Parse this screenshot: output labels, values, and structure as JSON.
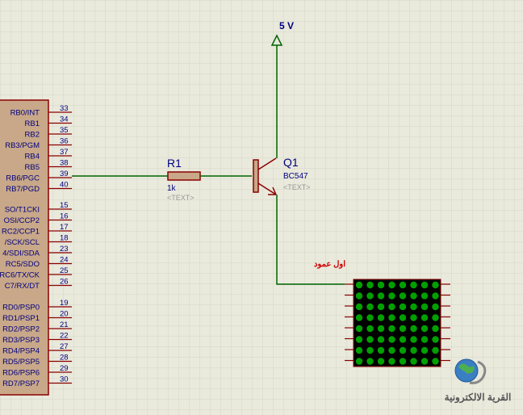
{
  "supply": {
    "label": "5 V"
  },
  "resistor": {
    "ref": "R1",
    "value": "1k",
    "text_placeholder": "<TEXT>"
  },
  "transistor": {
    "ref": "Q1",
    "part": "BC547",
    "text_placeholder": "<TEXT>"
  },
  "annotation": {
    "label": "اول عمود"
  },
  "watermark": {
    "text": "القرية الالكترونية"
  },
  "mcu": {
    "pins_upper": [
      {
        "name": "RB0/INT",
        "num": "33"
      },
      {
        "name": "RB1",
        "num": "34"
      },
      {
        "name": "RB2",
        "num": "35"
      },
      {
        "name": "RB3/PGM",
        "num": "36"
      },
      {
        "name": "RB4",
        "num": "37"
      },
      {
        "name": "RB5",
        "num": "38"
      },
      {
        "name": "RB6/PGC",
        "num": "39"
      },
      {
        "name": "RB7/PGD",
        "num": "40"
      }
    ],
    "pins_middle": [
      {
        "name": "SO/T1CKI",
        "num": "15"
      },
      {
        "name": "OSI/CCP2",
        "num": "16"
      },
      {
        "name": "RC2/CCP1",
        "num": "17"
      },
      {
        "name": "/SCK/SCL",
        "num": "18"
      },
      {
        "name": "4/SDI/SDA",
        "num": "23"
      },
      {
        "name": "RC5/SDO",
        "num": "24"
      },
      {
        "name": "RC6/TX/CK",
        "num": "25"
      },
      {
        "name": "C7/RX/DT",
        "num": "26"
      }
    ],
    "pins_lower": [
      {
        "name": "RD0/PSP0",
        "num": "19"
      },
      {
        "name": "RD1/PSP1",
        "num": "20"
      },
      {
        "name": "RD2/PSP2",
        "num": "21"
      },
      {
        "name": "RD3/PSP3",
        "num": "22"
      },
      {
        "name": "RD4/PSP4",
        "num": "27"
      },
      {
        "name": "RD5/PSP5",
        "num": "28"
      },
      {
        "name": "RD6/PSP6",
        "num": "29"
      },
      {
        "name": "RD7/PSP7",
        "num": "30"
      }
    ]
  },
  "colors": {
    "background": "#e9e9dc",
    "grid": "#d6d6c8",
    "wire": "#006400",
    "component": "#8b0000",
    "component_fill": "#c8a888",
    "pin": "#8b0000",
    "text": "#000080",
    "placeholder": "#9a9a9a",
    "annotation": "#cc0000",
    "led_on": "#00a000",
    "matrix_body": "#000000"
  }
}
